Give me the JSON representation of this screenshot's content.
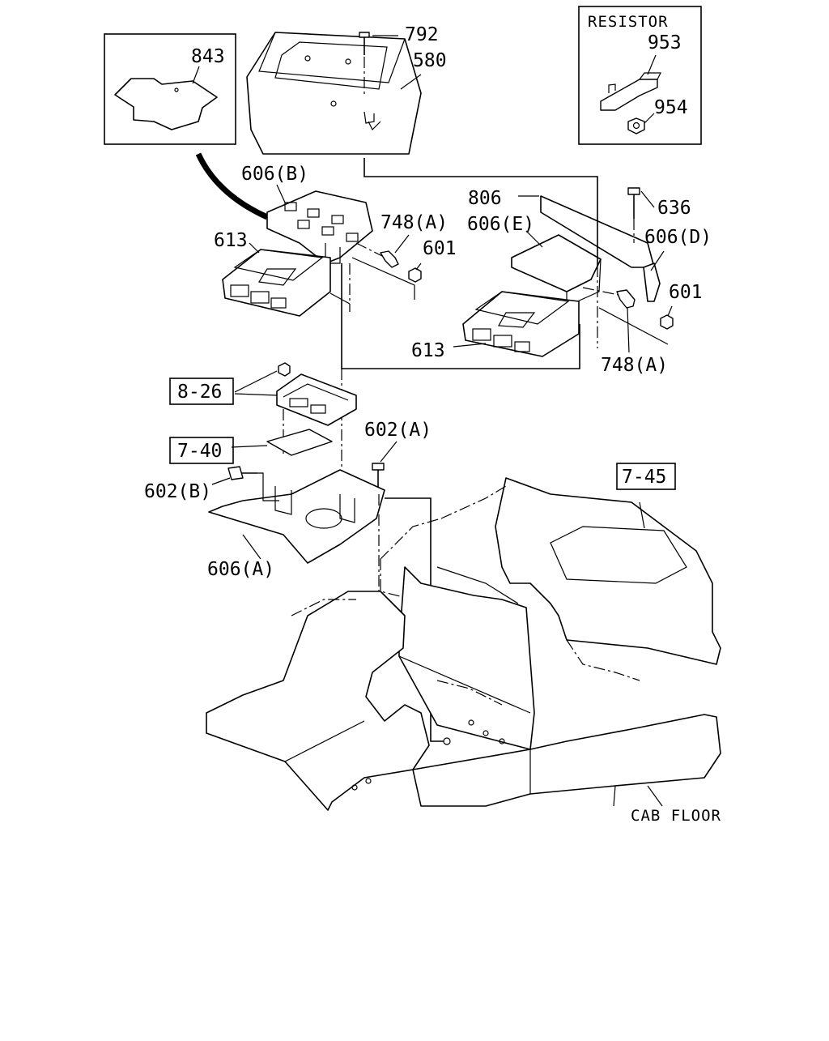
{
  "callouts": {
    "c792": "792",
    "c580": "580",
    "c843": "843",
    "c953": "953",
    "c954": "954",
    "c606b": "606(B)",
    "c806": "806",
    "c636": "636",
    "c748a_left": "748(A)",
    "c606e": "606(E)",
    "c606d": "606(D)",
    "c613_left": "613",
    "c601_left": "601",
    "c601_right": "601",
    "c613_right": "613",
    "c748a_right": "748(A)",
    "c602a": "602(A)",
    "c602b": "602(B)",
    "c606a": "606(A)"
  },
  "references": {
    "r826": "8-26",
    "r740": "7-40",
    "r745": "7-45"
  },
  "resistor_box": {
    "title": "RESISTOR"
  },
  "notes": {
    "cab_floor": "CAB FLOOR"
  }
}
